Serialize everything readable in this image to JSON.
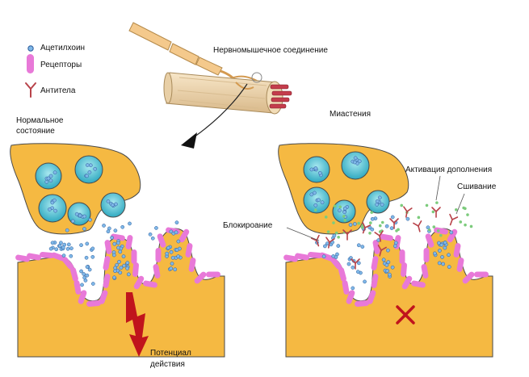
{
  "legend": [
    {
      "icon": "acetylcholine-icon",
      "label": "Ацетилхоин"
    },
    {
      "icon": "receptor-icon",
      "label": "Рецепторы"
    },
    {
      "icon": "antibody-icon",
      "label": "Антитела"
    }
  ],
  "labels": {
    "junction": "Нервномышечное соединение",
    "normal_line1": "Нормальное",
    "normal_line2": "состояние",
    "myasthenia": "Миастения",
    "complement": "Активация дополнения",
    "crosslinking": "Сшивание",
    "blocking": "Блокироание",
    "action_line1": "Потенциал",
    "action_line2": "действия"
  },
  "colors": {
    "terminal": "#F5B942",
    "terminal_stroke": "#4a4a4a",
    "vesicle": "#5CC5D6",
    "receptor": "#E879D8",
    "acetylcholine": "#7FB8E8",
    "antibody": "#B8434A",
    "complement": "#7CCB7C",
    "arrow_red": "#C0141C",
    "block_x": "#C0141C",
    "muscle": "#F0D9B5",
    "muscle_fiber": "#C43C4C"
  }
}
